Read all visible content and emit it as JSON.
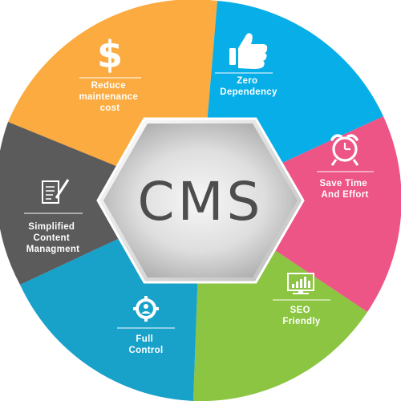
{
  "center": {
    "title": "CMS"
  },
  "segments": [
    {
      "id": "reduce-maintenance-cost",
      "lines": [
        "Reduce",
        "maintenance",
        "cost"
      ],
      "color": "#fbab3f",
      "icon": "dollar-icon"
    },
    {
      "id": "zero-dependency",
      "lines": [
        "Zero",
        "Dependency"
      ],
      "color": "#08aee8",
      "icon": "thumbs-up-icon"
    },
    {
      "id": "save-time-and-effort",
      "lines": [
        "Save Time",
        "And Effort"
      ],
      "color": "#ec5585",
      "icon": "alarm-clock-icon"
    },
    {
      "id": "seo-friendly",
      "lines": [
        "SEO",
        "Friendly"
      ],
      "color": "#8bc541",
      "icon": "monitor-chart-icon"
    },
    {
      "id": "full-control",
      "lines": [
        "Full",
        "Control"
      ],
      "color": "#18a1c9",
      "icon": "gear-user-icon"
    },
    {
      "id": "simplified-content-management",
      "lines": [
        "Simplified",
        "Content",
        "Managment"
      ],
      "color": "#5b5b5b",
      "icon": "document-edit-icon"
    }
  ],
  "colors": {
    "hexagon_light": "#f2f2f2",
    "hexagon_dark": "#a9a9a9",
    "label_text": "#ffffff",
    "center_text": "#4d4d4d"
  }
}
